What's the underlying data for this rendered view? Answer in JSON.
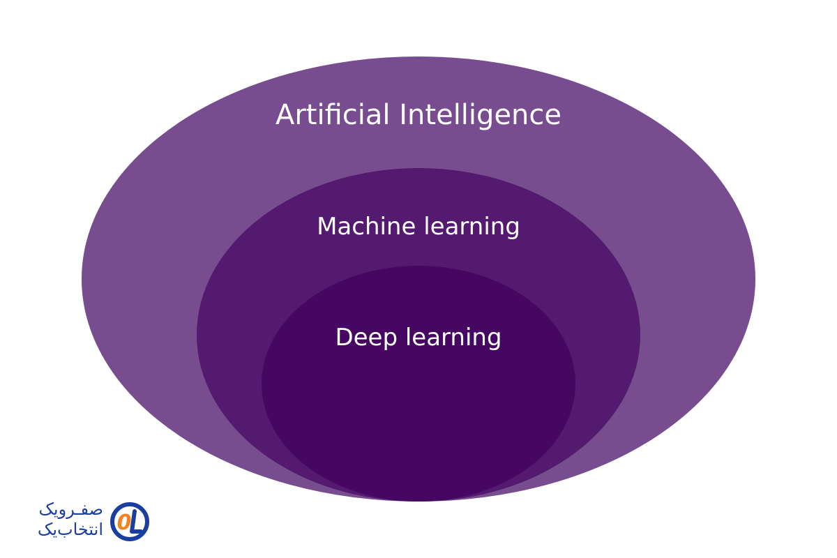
{
  "diagram": {
    "layers": [
      {
        "label": "Artificial Intelligence",
        "color": "#774d8f"
      },
      {
        "label": "Machine learning",
        "color": "#531a6f"
      },
      {
        "label": "Deep learning",
        "color": "#460762"
      }
    ]
  },
  "logo": {
    "line1": "صفـرویک",
    "line2": "انتخاب‌یک",
    "text_color": "#1b3fa0",
    "accent_color": "#f58220",
    "mark_color": "#1b3fa0"
  }
}
